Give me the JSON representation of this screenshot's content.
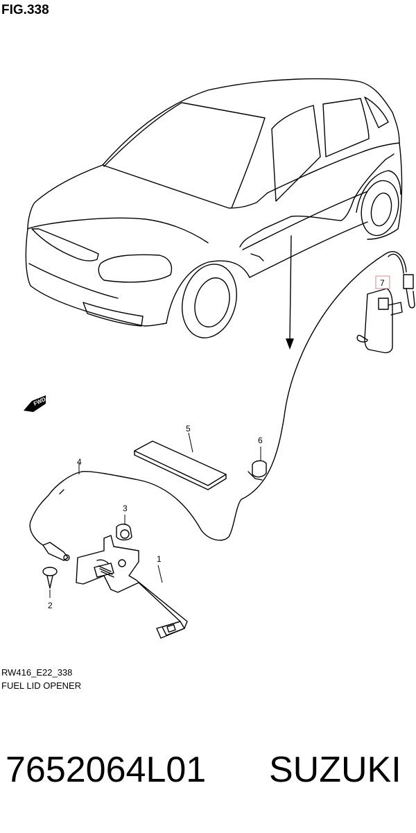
{
  "figure": {
    "title": "FIG.338"
  },
  "callouts": [
    {
      "id": "1",
      "label": "1"
    },
    {
      "id": "2",
      "label": "2"
    },
    {
      "id": "3",
      "label": "3"
    },
    {
      "id": "4",
      "label": "4"
    },
    {
      "id": "5",
      "label": "5"
    },
    {
      "id": "6",
      "label": "6"
    },
    {
      "id": "7",
      "label": "7",
      "highlighted": true
    }
  ],
  "direction_badge": {
    "label": "FWD"
  },
  "caption": {
    "code": "RW416_E22_338",
    "description": "FUEL LID OPENER"
  },
  "footer": {
    "part_number": "7652064L01",
    "brand": "SUZUKI"
  },
  "colors": {
    "highlight": "#d28a8a",
    "line": "#000000"
  }
}
